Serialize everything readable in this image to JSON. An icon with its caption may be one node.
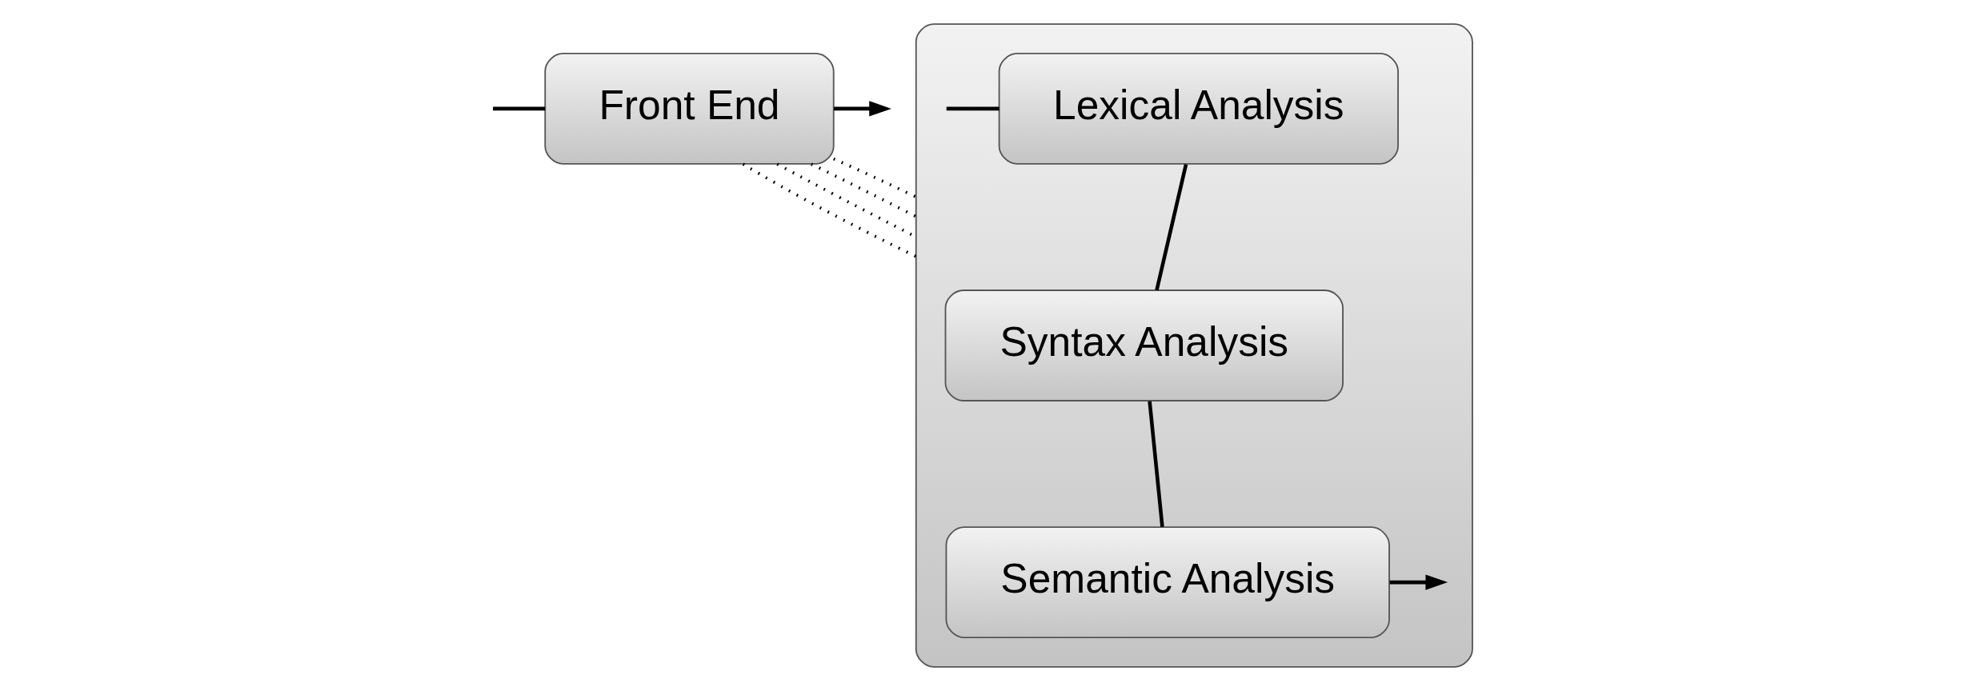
{
  "diagram": {
    "nodes": [
      {
        "text": [
          "Front End"
        ]
      },
      {
        "text": [],
        "shape": "box"
      },
      {
        "text": [
          "Lexical Analysis"
        ],
        "in": 1
      },
      {
        "text": [
          "Syntax Analysis"
        ],
        "in": 1
      },
      {
        "text": [
          "Semantic Analysis"
        ],
        "in": 1
      }
    ],
    "edges": [
      {
        "from": null,
        "to": 0,
        "arrow": "none"
      },
      {
        "from": 0,
        "to": null,
        "arrow": "to"
      },
      {
        "from": 0,
        "to": 1,
        "arrow": "none",
        "style": "dashed"
      },
      {
        "from": 0,
        "to": 1,
        "arrow": "none",
        "style": "dashed"
      },
      {
        "from": 0,
        "to": 1,
        "arrow": "none",
        "style": "dashed"
      },
      {
        "from": 0,
        "to": 1,
        "arrow": "none",
        "style": "dashed"
      },
      {
        "from": null,
        "to": 2,
        "arrow": "none"
      },
      {
        "from": 2,
        "to": 3,
        "arrow": "none"
      },
      {
        "from": 3,
        "to": 4,
        "arrow": "none"
      },
      {
        "from": 4,
        "to": null,
        "arrow": "to"
      }
    ]
  }
}
